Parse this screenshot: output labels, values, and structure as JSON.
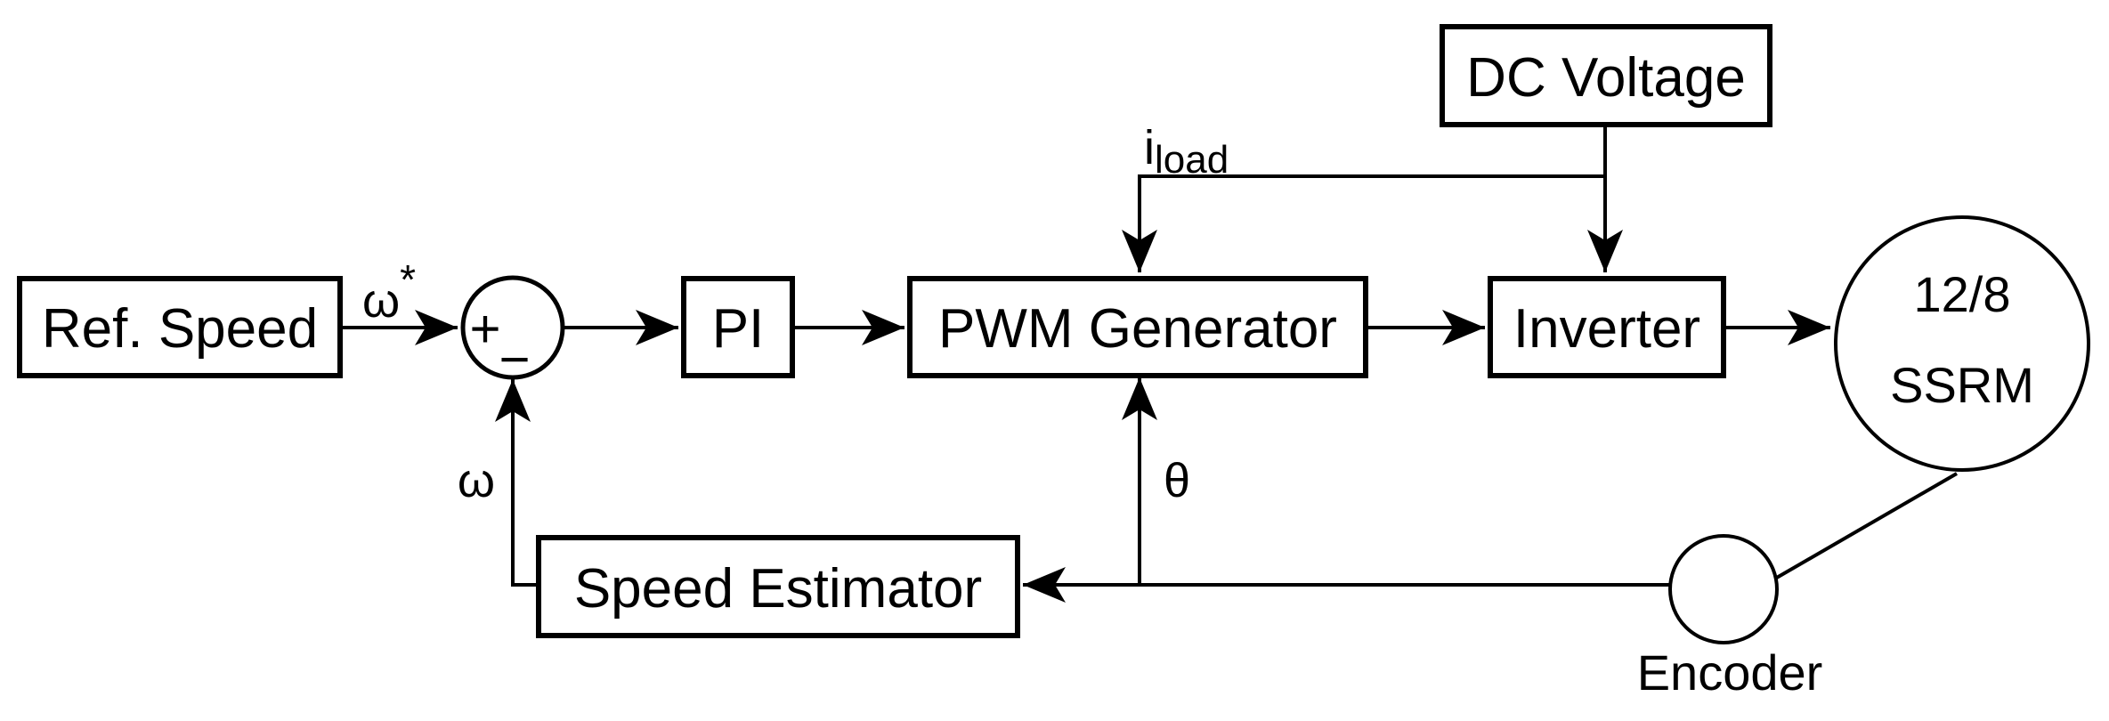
{
  "diagram": {
    "description": "Speed control block diagram of a 12/8 SSRM drive",
    "colors": {
      "line": "#000000",
      "fill": "#ffffff",
      "text": "#000000"
    },
    "blocks": {
      "ref_speed": {
        "label": "Ref. Speed"
      },
      "pi": {
        "label": "PI"
      },
      "pwm": {
        "label": "PWM Generator"
      },
      "inverter": {
        "label": "Inverter"
      },
      "dc_voltage": {
        "label": "DC Voltage"
      },
      "speed_estimator": {
        "label": "Speed Estimator"
      }
    },
    "nodes": {
      "summing_junction": {
        "plus": "+",
        "minus": "−"
      },
      "motor": {
        "line1": "12/8",
        "line2": "SSRM"
      },
      "encoder": {
        "label": "Encoder"
      }
    },
    "signals": {
      "omega_ref": {
        "base": "ω",
        "sup": "*"
      },
      "omega_fb": {
        "label": "ω"
      },
      "i_load": {
        "base": "i",
        "sub": "load"
      },
      "theta": {
        "label": "θ"
      }
    }
  }
}
